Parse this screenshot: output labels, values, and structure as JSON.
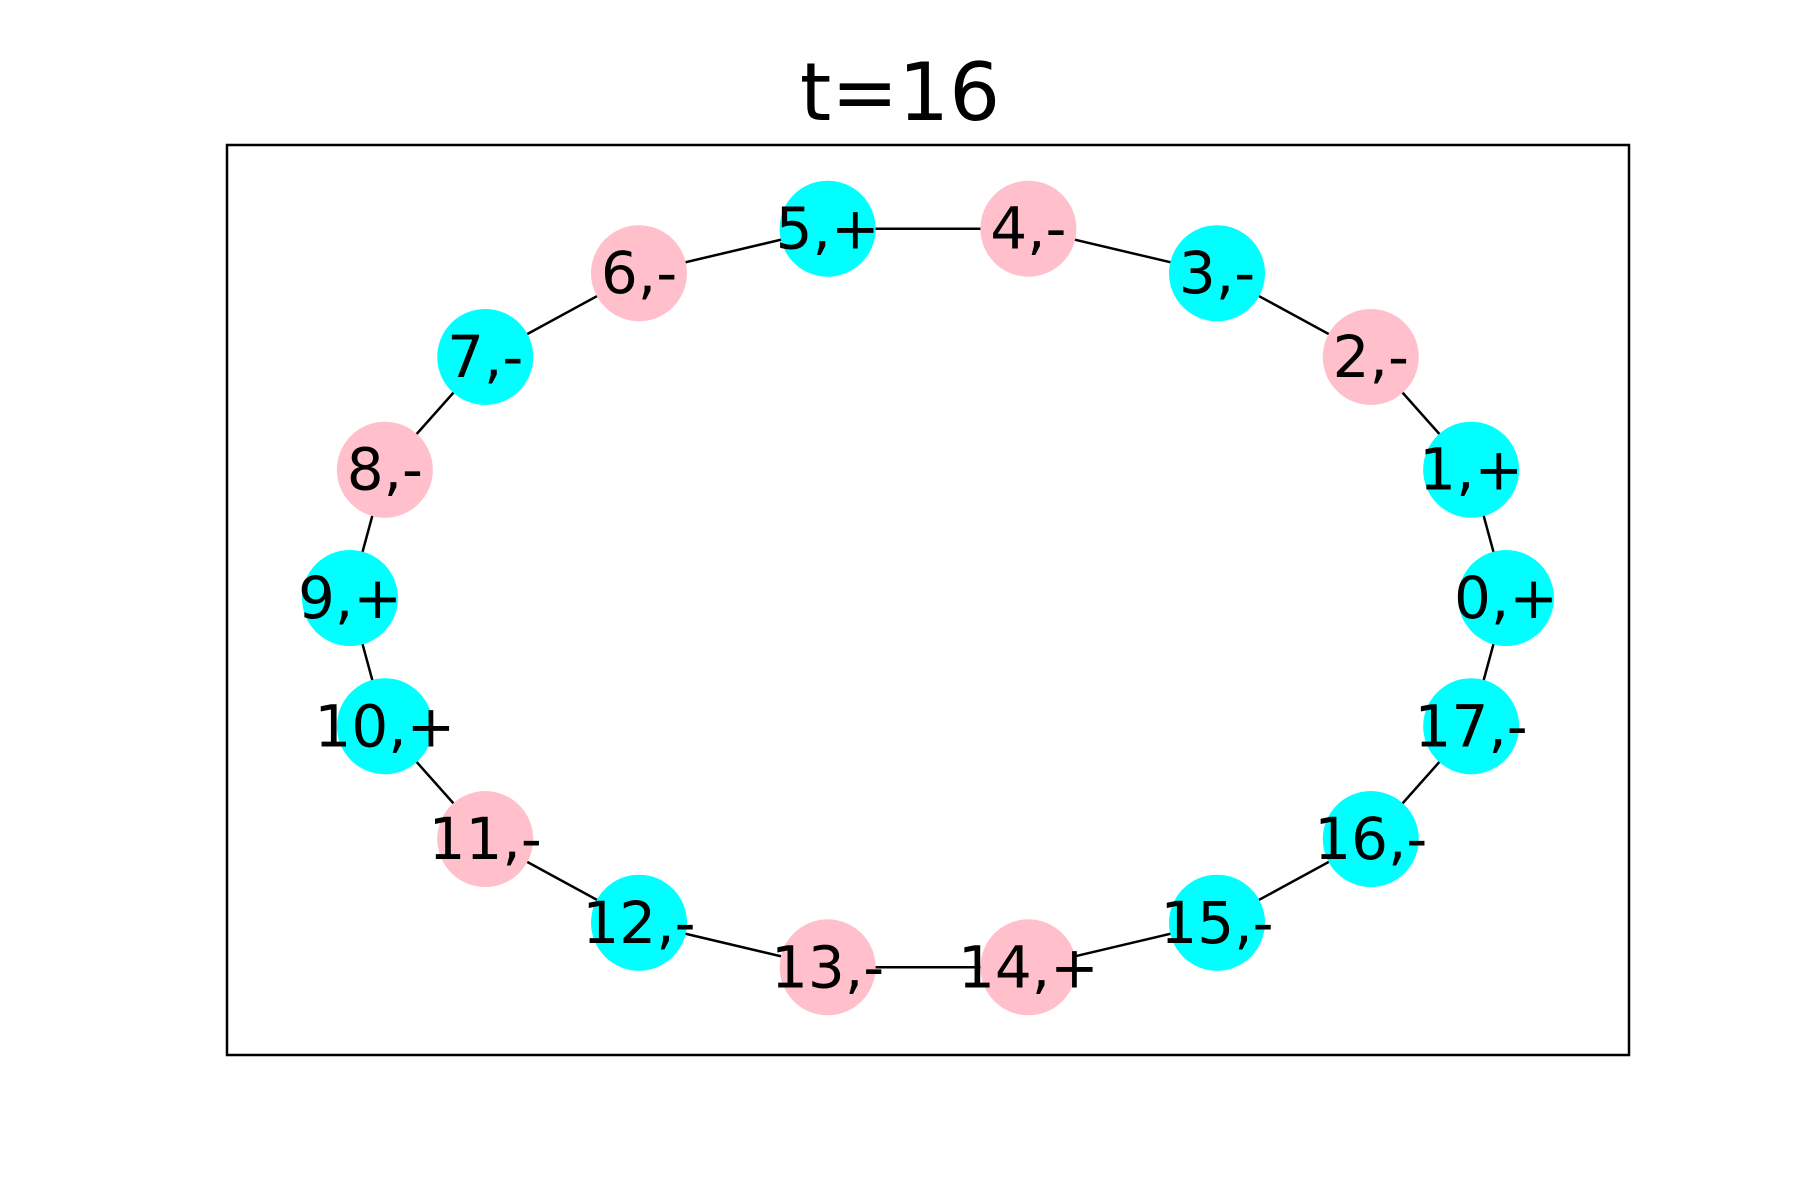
{
  "title": "t=16",
  "colors": {
    "plus_state": "#00FFFF",
    "minus_state": "#FFC0CB",
    "edge": "#000000",
    "frame": "#000000"
  },
  "graph": {
    "layout": "ring",
    "nodes": [
      {
        "id": 0,
        "label": "0,+",
        "color": "#00FFFF"
      },
      {
        "id": 1,
        "label": "1,+",
        "color": "#00FFFF"
      },
      {
        "id": 2,
        "label": "2,-",
        "color": "#FFC0CB"
      },
      {
        "id": 3,
        "label": "3,-",
        "color": "#00FFFF"
      },
      {
        "id": 4,
        "label": "4,-",
        "color": "#FFC0CB"
      },
      {
        "id": 5,
        "label": "5,+",
        "color": "#00FFFF"
      },
      {
        "id": 6,
        "label": "6,-",
        "color": "#FFC0CB"
      },
      {
        "id": 7,
        "label": "7,-",
        "color": "#00FFFF"
      },
      {
        "id": 8,
        "label": "8,-",
        "color": "#FFC0CB"
      },
      {
        "id": 9,
        "label": "9,+",
        "color": "#00FFFF"
      },
      {
        "id": 10,
        "label": "10,+",
        "color": "#00FFFF"
      },
      {
        "id": 11,
        "label": "11,-",
        "color": "#FFC0CB"
      },
      {
        "id": 12,
        "label": "12,-",
        "color": "#00FFFF"
      },
      {
        "id": 13,
        "label": "13,-",
        "color": "#FFC0CB"
      },
      {
        "id": 14,
        "label": "14,+",
        "color": "#FFC0CB"
      },
      {
        "id": 15,
        "label": "15,-",
        "color": "#00FFFF"
      },
      {
        "id": 16,
        "label": "16,-",
        "color": "#00FFFF"
      },
      {
        "id": 17,
        "label": "17,-",
        "color": "#00FFFF"
      }
    ],
    "edges": [
      [
        0,
        1
      ],
      [
        1,
        2
      ],
      [
        2,
        3
      ],
      [
        3,
        4
      ],
      [
        4,
        5
      ],
      [
        5,
        6
      ],
      [
        6,
        7
      ],
      [
        7,
        8
      ],
      [
        8,
        9
      ],
      [
        9,
        10
      ],
      [
        10,
        11
      ],
      [
        11,
        12
      ],
      [
        12,
        13
      ],
      [
        13,
        14
      ],
      [
        14,
        15
      ],
      [
        15,
        16
      ],
      [
        16,
        17
      ],
      [
        17,
        0
      ]
    ]
  }
}
